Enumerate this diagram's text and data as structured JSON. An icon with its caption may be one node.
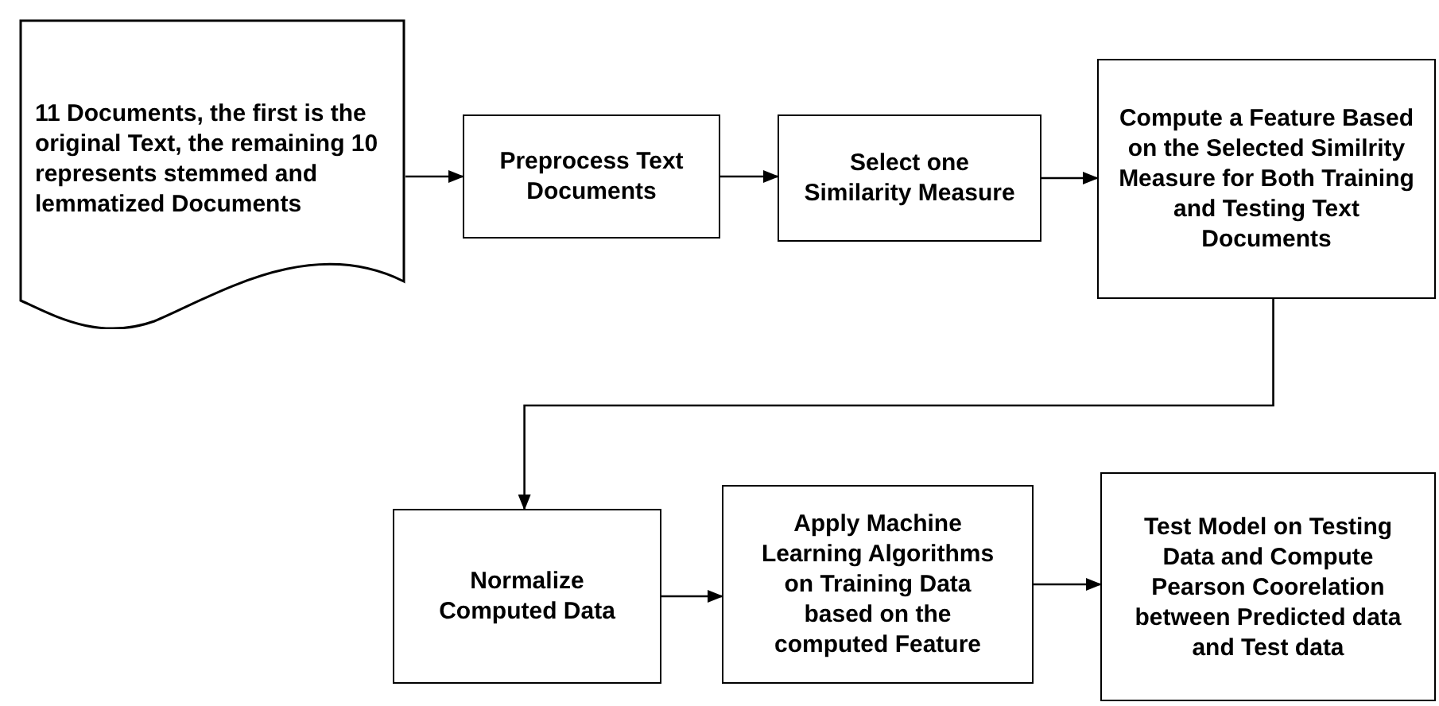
{
  "diagram": {
    "nodes": [
      {
        "text": [
          "11 Documents, the first is the original Text, the remaining 10 represents stemmed and lemmatized Documents"
        ]
      },
      {
        "text": [
          "Preprocess Text Documents"
        ]
      },
      {
        "text": [
          "Select one Similarity Measure"
        ]
      },
      {
        "text": [
          "Compute a Feature Based on the Selected Similrity Measure for Both Training and Testing Text Documents"
        ]
      },
      {
        "text": [
          "Normalize Computed Data"
        ]
      },
      {
        "text": [
          "Apply Machine Learning Algorithms on Training Data based on the computed Feature"
        ]
      },
      {
        "text": [
          "Test Model on Testing Data and Compute Pearson Coorelation between Predicted data and Test data"
        ]
      }
    ],
    "edges": [
      {
        "from": 0,
        "to": 1,
        "arrow": "to"
      },
      {
        "from": 1,
        "to": 2,
        "arrow": "to"
      },
      {
        "from": 2,
        "to": 3,
        "arrow": "to"
      },
      {
        "from": 3,
        "to": 4,
        "arrow": "to"
      },
      {
        "from": 4,
        "to": 5,
        "arrow": "to"
      },
      {
        "from": 5,
        "to": 6,
        "arrow": "to"
      }
    ]
  }
}
